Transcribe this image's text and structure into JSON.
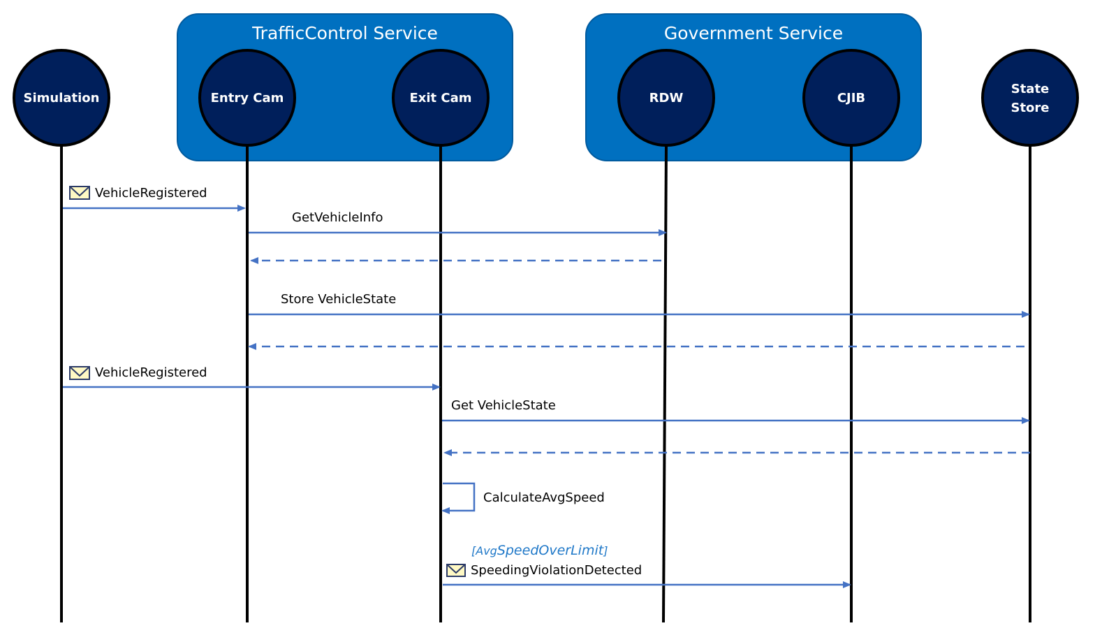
{
  "colors": {
    "group_fill": "#0070c0",
    "group_stroke": "#005a9e",
    "actor_fill": "#001f5b",
    "lifeline": "#000000",
    "arrow": "#4472c4",
    "guard_text": "#1f78c8",
    "envelope_fill": "#fff9c4",
    "envelope_stroke": "#2b3a67"
  },
  "groups": [
    {
      "id": "trafficcontrol",
      "title": "TrafficControl Service"
    },
    {
      "id": "government",
      "title": "Government Service"
    }
  ],
  "actors": [
    {
      "id": "simulation",
      "lines": [
        "Simulation"
      ]
    },
    {
      "id": "entry-cam",
      "lines": [
        "Entry Cam"
      ]
    },
    {
      "id": "exit-cam",
      "lines": [
        "Exit Cam"
      ]
    },
    {
      "id": "rdw",
      "lines": [
        "RDW"
      ]
    },
    {
      "id": "cjib",
      "lines": [
        "CJIB"
      ]
    },
    {
      "id": "state-store",
      "lines": [
        "State",
        "Store"
      ]
    }
  ],
  "messages": [
    {
      "from": "simulation",
      "to": "entry-cam",
      "label": "VehicleRegistered",
      "style": "solid",
      "envelope": true
    },
    {
      "from": "entry-cam",
      "to": "rdw",
      "label": "GetVehicleInfo",
      "style": "solid",
      "envelope": false
    },
    {
      "from": "rdw",
      "to": "entry-cam",
      "label": "",
      "style": "dashed",
      "envelope": false
    },
    {
      "from": "entry-cam",
      "to": "state-store",
      "label": "Store VehicleState",
      "style": "solid",
      "envelope": false
    },
    {
      "from": "state-store",
      "to": "entry-cam",
      "label": "",
      "style": "dashed",
      "envelope": false
    },
    {
      "from": "simulation",
      "to": "exit-cam",
      "label": "VehicleRegistered",
      "style": "solid",
      "envelope": true
    },
    {
      "from": "exit-cam",
      "to": "state-store",
      "label": "Get VehicleState",
      "style": "solid",
      "envelope": false
    },
    {
      "from": "state-store",
      "to": "exit-cam",
      "label": "",
      "style": "dashed",
      "envelope": false
    },
    {
      "from": "exit-cam",
      "to": "exit-cam",
      "label": "CalculateAvgSpeed",
      "style": "self",
      "envelope": false
    },
    {
      "from": "exit-cam",
      "to": "cjib",
      "label": "SpeedingViolationDetected",
      "style": "solid",
      "envelope": true,
      "guard": {
        "prefix": "[Avg",
        "emphasis": "SpeedOverLimit",
        "suffix": "]"
      }
    }
  ]
}
